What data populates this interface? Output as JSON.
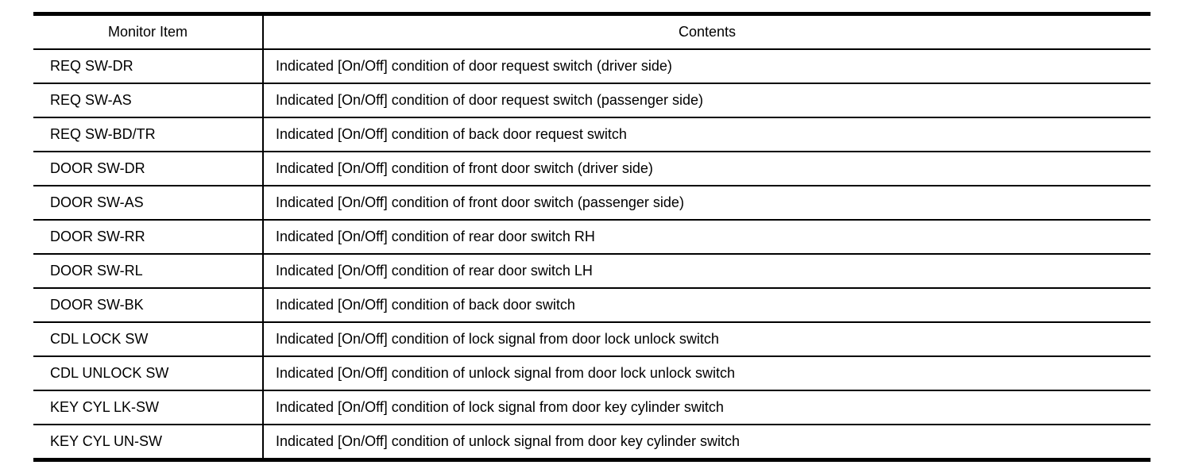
{
  "table": {
    "headers": {
      "monitor_item": "Monitor Item",
      "contents": "Contents"
    },
    "rows": [
      {
        "item": "REQ SW-DR",
        "contents": "Indicated [On/Off] condition of door request switch (driver side)"
      },
      {
        "item": "REQ SW-AS",
        "contents": "Indicated [On/Off] condition of door request switch (passenger side)"
      },
      {
        "item": "REQ SW-BD/TR",
        "contents": "Indicated [On/Off] condition of back door request switch"
      },
      {
        "item": "DOOR SW-DR",
        "contents": "Indicated [On/Off] condition of front door switch (driver side)"
      },
      {
        "item": "DOOR SW-AS",
        "contents": "Indicated [On/Off] condition of front door switch (passenger side)"
      },
      {
        "item": "DOOR SW-RR",
        "contents": "Indicated [On/Off] condition of rear door switch RH"
      },
      {
        "item": "DOOR SW-RL",
        "contents": "Indicated [On/Off] condition of rear door switch LH"
      },
      {
        "item": "DOOR SW-BK",
        "contents": "Indicated [On/Off] condition of back door switch"
      },
      {
        "item": "CDL LOCK SW",
        "contents": "Indicated [On/Off] condition of lock signal from door lock unlock switch"
      },
      {
        "item": "CDL UNLOCK SW",
        "contents": "Indicated [On/Off] condition of unlock signal from door lock unlock switch"
      },
      {
        "item": "KEY CYL LK-SW",
        "contents": "Indicated [On/Off] condition of lock signal from door key cylinder switch"
      },
      {
        "item": "KEY CYL UN-SW",
        "contents": "Indicated [On/Off] condition of unlock signal from door key cylinder switch"
      }
    ]
  }
}
